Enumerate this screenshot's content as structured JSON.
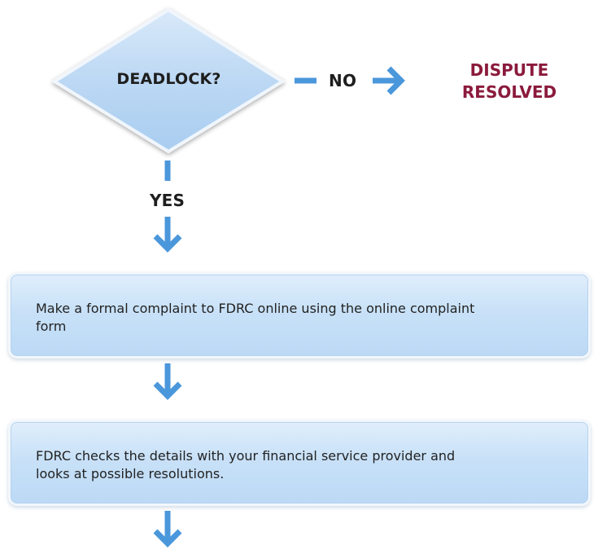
{
  "decision": {
    "label": "DEADLOCK?"
  },
  "branches": {
    "no_label": "NO",
    "yes_label": "YES"
  },
  "outcome": {
    "line1": "DISPUTE",
    "line2": "RESOLVED"
  },
  "steps": [
    {
      "text": "Make a formal complaint to FDRC online using the online complaint form"
    },
    {
      "text": "FDRC checks the details with your financial service provider and looks at possible resolutions."
    }
  ],
  "colors": {
    "arrow": "#4b97db",
    "outcome_text": "#8b1a3c",
    "diamond_fill": "#c2dcf5",
    "box_fill": "#c8e1f8"
  }
}
